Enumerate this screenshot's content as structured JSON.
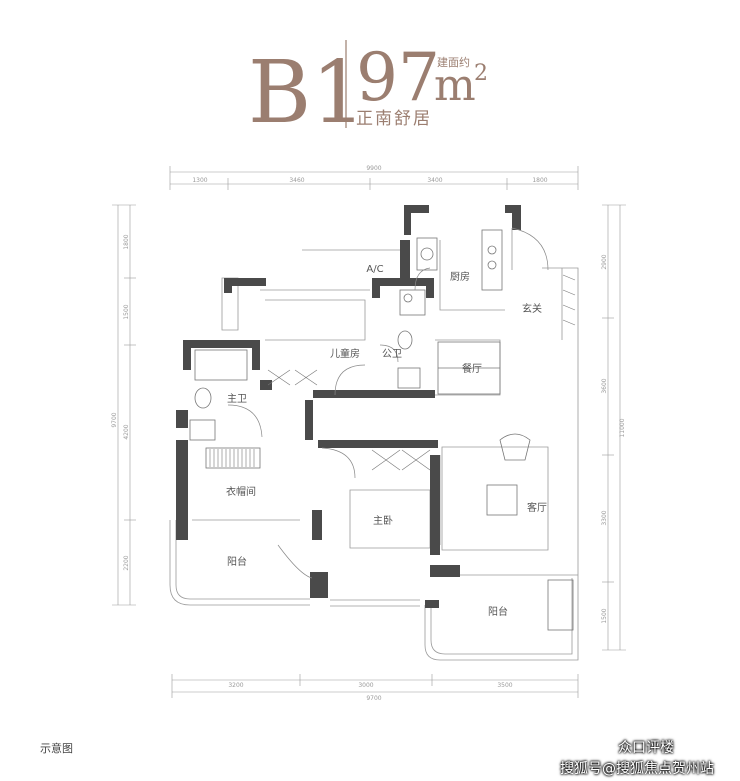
{
  "header": {
    "unit_code": "B1",
    "area_number": "97",
    "area_prefix": "建面约",
    "area_unit": "m",
    "area_superscript": "2",
    "orientation": "正南舒居"
  },
  "dimensions": {
    "top_total": "9900",
    "top_segments": [
      "1300",
      "3460",
      "3400",
      "1800"
    ],
    "left_total": "9700",
    "left_segments": [
      "1800",
      "1500",
      "4200",
      "2200"
    ],
    "right_total": "11000",
    "right_segments": [
      "2900",
      "3600",
      "3300",
      "1500"
    ],
    "bottom_total": "9700",
    "bottom_segments": [
      "3200",
      "3000",
      "3500"
    ]
  },
  "rooms": {
    "kitchen": "厨房",
    "foyer": "玄关",
    "ac": "A/C",
    "kids_room": "儿童房",
    "public_bath": "公卫",
    "dining": "餐厅",
    "master_bath": "主卫",
    "walk_in_closet": "衣帽间",
    "master_bedroom": "主卧",
    "living_room": "客厅",
    "balcony_left": "阳台",
    "balcony_right": "阳台"
  },
  "footer": {
    "note": "示意图",
    "watermark_top": "众口评楼",
    "watermark_bottom": "搜狐号@搜狐焦点贺州站"
  },
  "colors": {
    "title": "#9b7e70",
    "wall": "#4a4a4a",
    "line": "#9a9a9a"
  }
}
